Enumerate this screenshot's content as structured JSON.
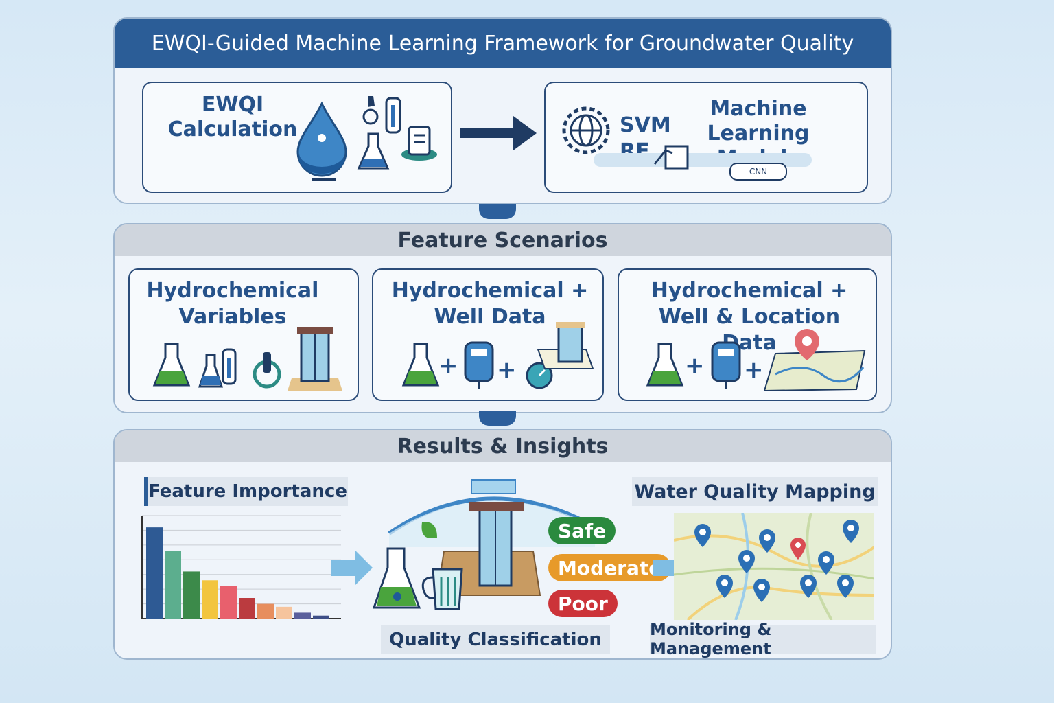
{
  "title": "EWQI-Guided Machine Learning Framework for Groundwater Quality",
  "top": {
    "ewqi_label": "EWQI\nCalculation",
    "ml_models": [
      "SVM",
      "RF"
    ],
    "ml_label": "Machine Learning\nModels",
    "cnn_badge": "CNN"
  },
  "scenarios": {
    "header": "Feature Scenarios",
    "items": [
      {
        "label": "Hydrochemical\nVariables"
      },
      {
        "label": "Hydrochemical +\nWell Data"
      },
      {
        "label": "Hydrochemical +\nWell & Location Data"
      }
    ],
    "plus": "+"
  },
  "results": {
    "header": "Results & Insights",
    "feature_importance": "Feature Importance",
    "quality_classification": "Quality Classification",
    "water_quality_mapping": "Water Quality Mapping",
    "monitoring": "Monitoring & Management",
    "classes": [
      {
        "label": "Safe",
        "color": "#2a8a3e"
      },
      {
        "label": "Moderate",
        "color": "#e79a2a"
      },
      {
        "label": "Poor",
        "color": "#cc3339"
      }
    ]
  },
  "chart_data": {
    "type": "bar",
    "title": "Feature Importance",
    "values": [
      31,
      23,
      16,
      13,
      11,
      7,
      5,
      4,
      2,
      1
    ],
    "ylim": [
      0,
      35
    ],
    "colors": [
      "#2e5a94",
      "#5cae8e",
      "#3c8a4a",
      "#f2c53f",
      "#e8606d",
      "#bb3b3f",
      "#e78e5e",
      "#f6c49d",
      "#5a5f9c",
      "#3e4f87"
    ],
    "grid": true
  },
  "colors": {
    "primary": "#2b5d97",
    "panel": "#eff4fa",
    "header_gray": "#cfd5dd",
    "text_blue": "#26528a"
  }
}
